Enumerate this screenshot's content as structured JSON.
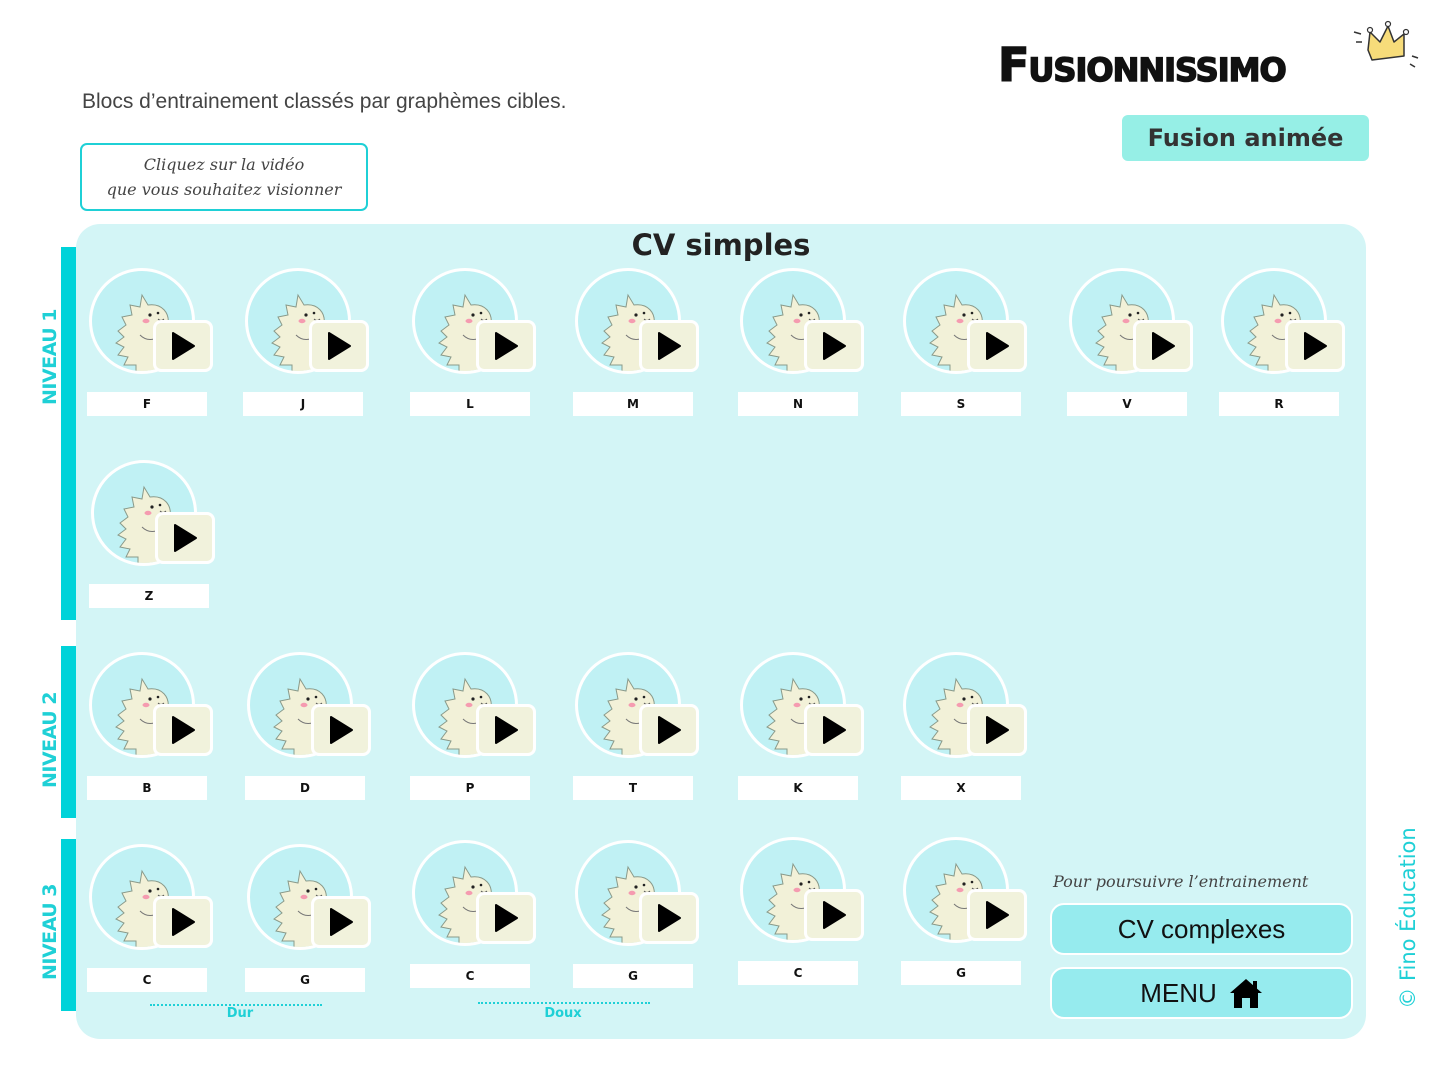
{
  "header": {
    "brand": "Fusionnissimo",
    "mode_button": "Fusion animée",
    "intro": "Blocs d’entrainement classés par graphèmes cibles.",
    "hint_line1": "Cliquez sur la vidéo",
    "hint_line2": "que vous souhaitez visionner"
  },
  "panel": {
    "title": "CV simples",
    "levels": [
      {
        "label": "NIVEAU 1"
      },
      {
        "label": "NIVEAU 2"
      },
      {
        "label": "NIVEAU 3"
      }
    ],
    "level1": [
      {
        "label": "F"
      },
      {
        "label": "J"
      },
      {
        "label": "L"
      },
      {
        "label": "M"
      },
      {
        "label": "N"
      },
      {
        "label": "S"
      },
      {
        "label": "V"
      },
      {
        "label": "R"
      },
      {
        "label": "Z"
      }
    ],
    "level2": [
      {
        "label": "B"
      },
      {
        "label": "D"
      },
      {
        "label": "P"
      },
      {
        "label": "T"
      },
      {
        "label": "K"
      },
      {
        "label": "X"
      }
    ],
    "level3": [
      {
        "label": "C"
      },
      {
        "label": "G"
      },
      {
        "label": "C"
      },
      {
        "label": "G"
      },
      {
        "label": "C"
      },
      {
        "label": "G"
      }
    ],
    "groups": {
      "dur": "Dur",
      "doux": "Doux"
    },
    "tile_icon": "dinosaur-video-thumbnail",
    "play_icon": "play-icon"
  },
  "footer": {
    "continue_label": "Pour poursuivre l’entrainement",
    "next_button": "CV complexes",
    "menu_button": "MENU",
    "menu_icon": "home-icon",
    "copyright": "© Fino Éducation"
  },
  "colors": {
    "accent": "#1fd0d6",
    "panel_bg": "#d3f5f6",
    "button_bg": "#96ebee",
    "mode_button_bg": "#96efe6",
    "play_bg": "#f1f2dc"
  }
}
